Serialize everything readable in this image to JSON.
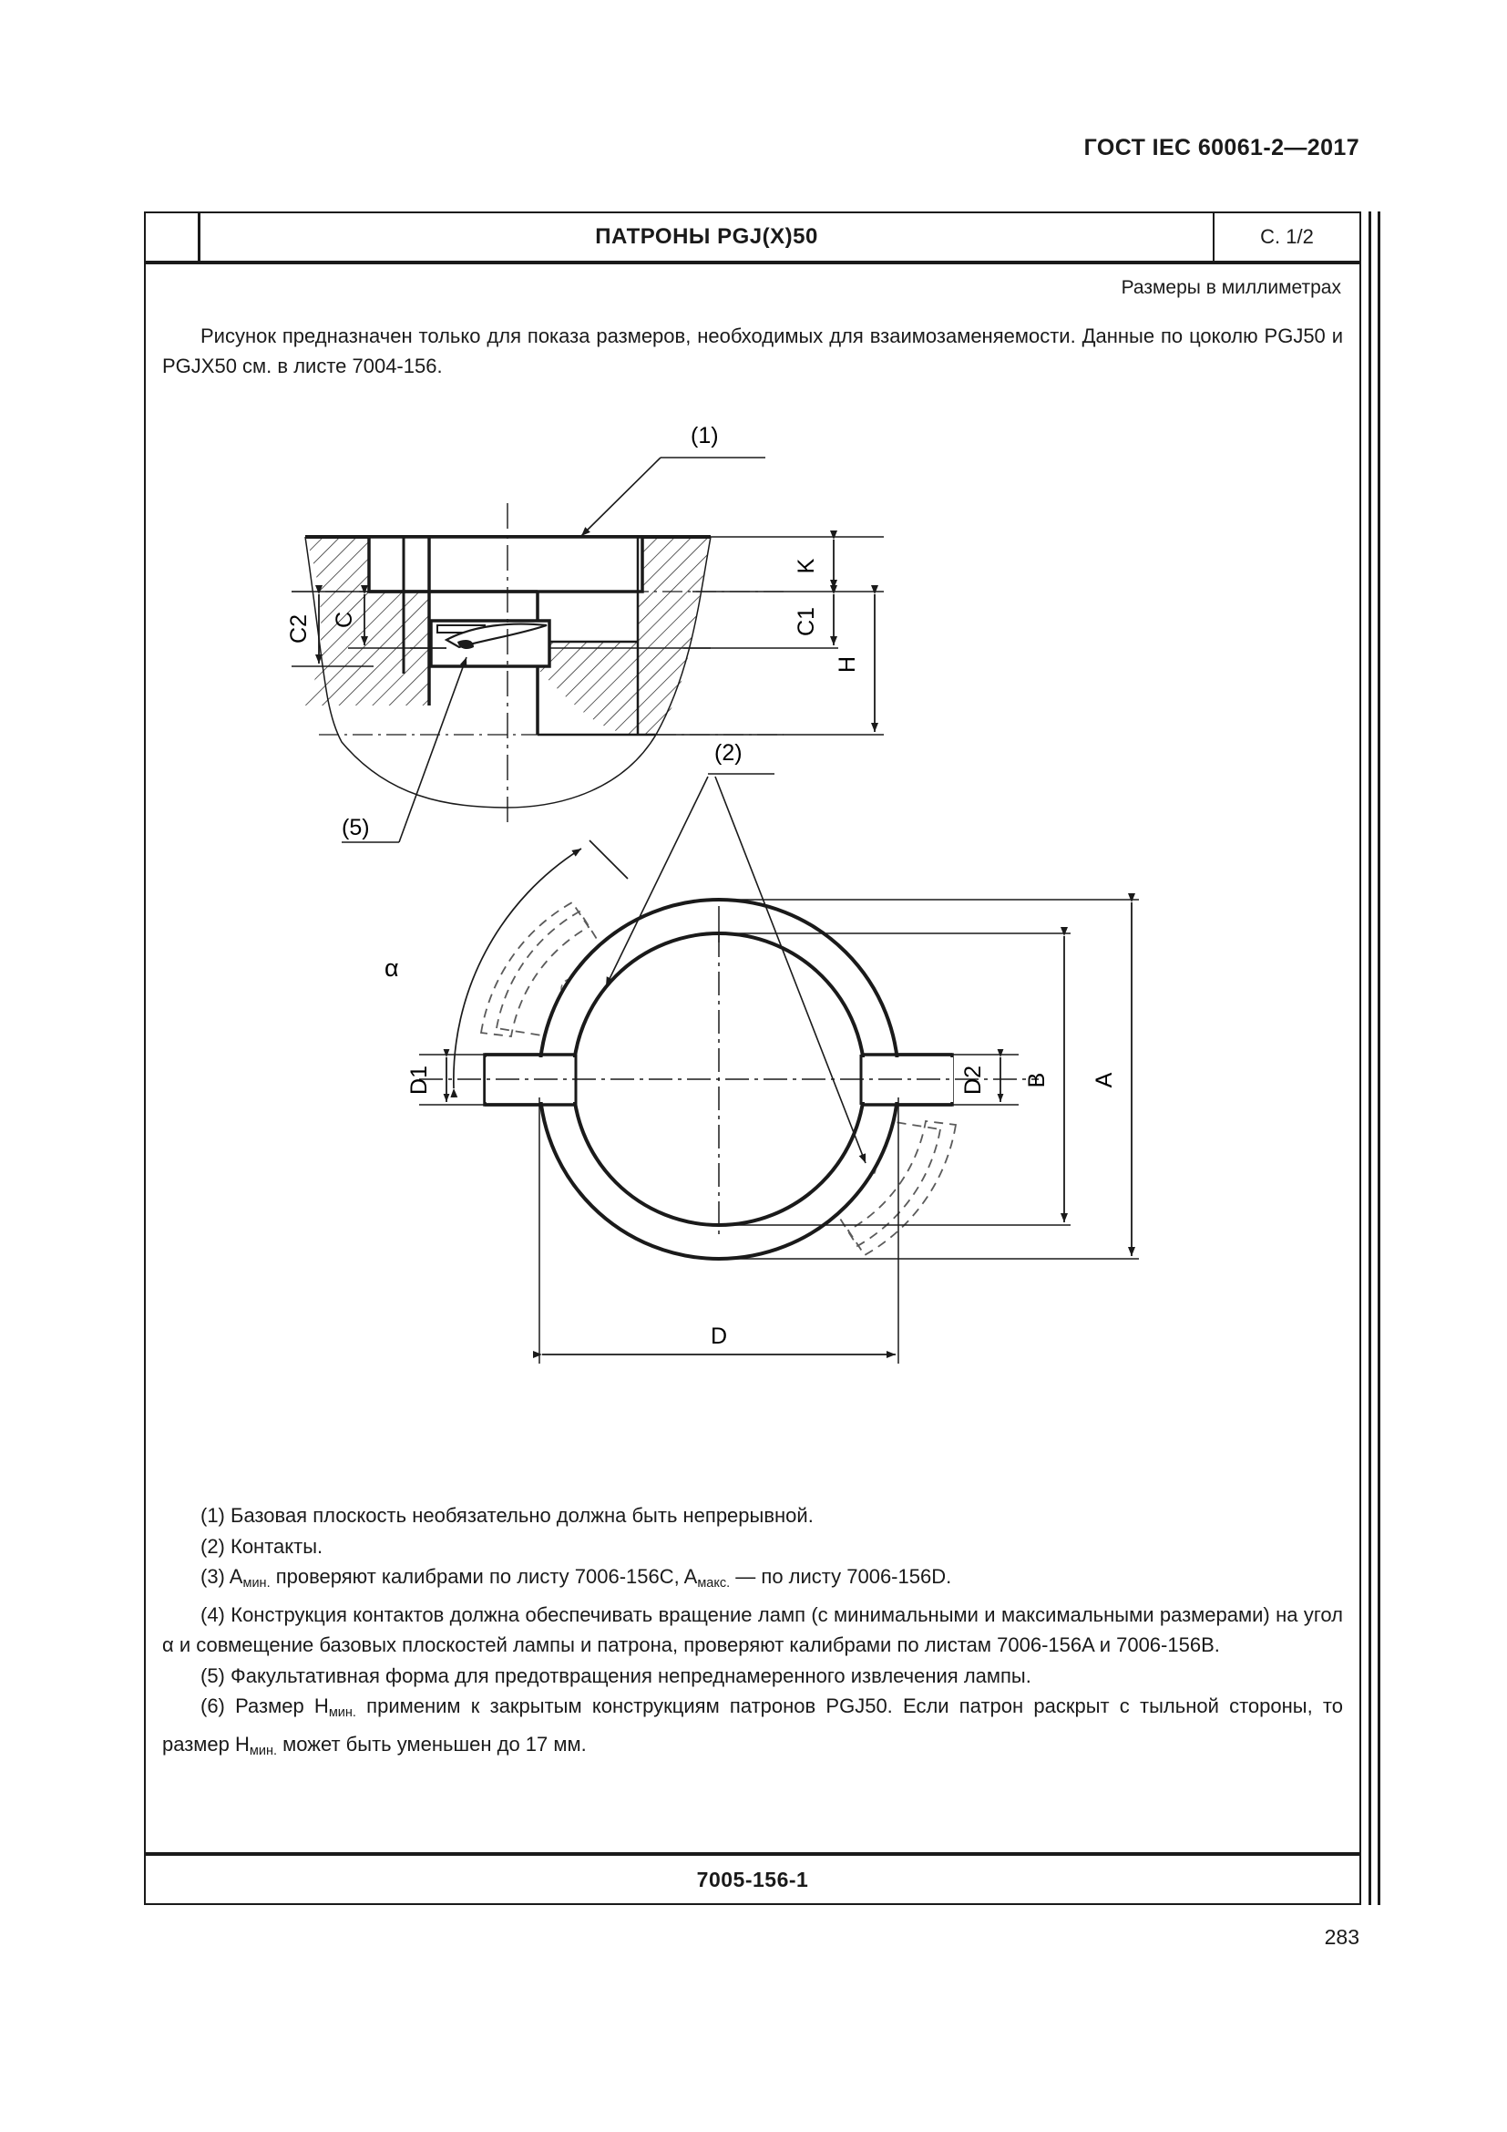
{
  "document": {
    "standard_header": "ГОСТ IEC 60061-2—2017",
    "page_number": "283"
  },
  "sheet": {
    "title": "ПАТРОНЫ PGJ(X)50",
    "page_label": "С. 1/2",
    "units_note": "Размеры в миллиметрах",
    "intro": "Рисунок предназначен только для показа размеров, необходимых для взаимозаменяемости. Данные по цоколю PGJ50 и PGJX50 см. в листе 7004-156.",
    "sheet_number": "7005-156-1"
  },
  "drawing": {
    "section_view": {
      "callout_1": "(1)",
      "callout_5": "(5)",
      "dim_c2": "C2",
      "dim_c": "C",
      "dim_c1": "C1",
      "dim_k": "K",
      "dim_h": "H"
    },
    "plan_view": {
      "callout_2": "(2)",
      "angle_alpha": "α",
      "dim_d1": "D1",
      "dim_d2": "D2",
      "dim_a": "A",
      "dim_b": "B",
      "dim_d": "D"
    }
  },
  "notes": [
    {
      "id": "note-1",
      "text": "(1) Базовая плоскость необязательно должна быть непрерывной."
    },
    {
      "id": "note-2",
      "text": "(2) Контакты."
    },
    {
      "id": "note-3",
      "prefix": "(3) A",
      "sub1": "мин.",
      "middle": " проверяют калибрами по листу 7006-156C, A",
      "sub2": "макс.",
      "suffix": " — по листу 7006-156D."
    },
    {
      "id": "note-4",
      "text": "(4) Конструкция контактов должна обеспечивать вращение ламп (с минимальными и максимальными размерами) на угол α и совмещение базовых плоскостей лампы и патрона, проверяют калибрами по листам 7006-156A и 7006-156B."
    },
    {
      "id": "note-5",
      "text": "(5) Факультативная форма для предотвращения непреднамеренного извлечения лампы."
    },
    {
      "id": "note-6",
      "prefix": "(6) Размер H",
      "sub1": "мин.",
      "middle": " применим к закрытым конструкциям патронов PGJ50. Если патрон раскрыт с тыльной стороны, то размер H",
      "sub2": "мин.",
      "suffix": " может быть уменьшен до 17 мм."
    }
  ]
}
